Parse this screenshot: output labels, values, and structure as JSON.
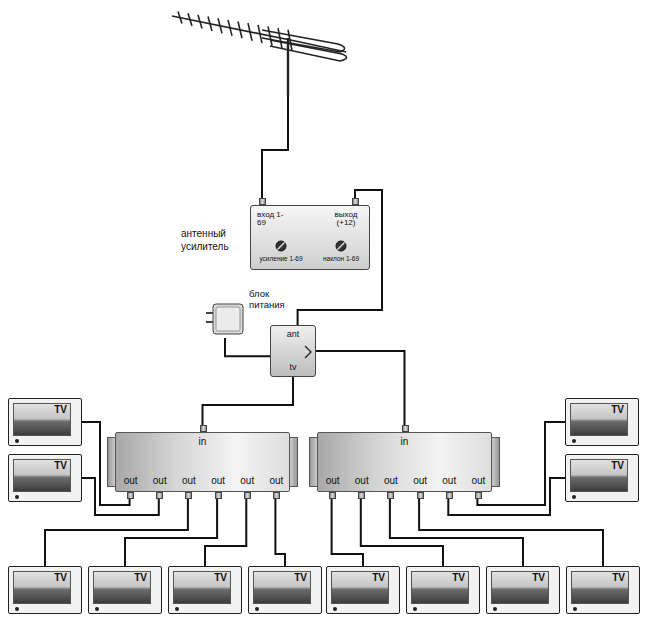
{
  "diagram": {
    "nodes": [
      {
        "text": [
          "антенный усилитель",
          "вход 1-69",
          "выход (+12)",
          "усиление 1-69",
          "наклон 1-69"
        ]
      },
      {
        "text": [
          "блок питания"
        ]
      },
      {
        "text": [
          "ant",
          "tv"
        ]
      },
      {
        "text": [
          "in",
          "out",
          "out",
          "out",
          "out",
          "out",
          "out"
        ]
      },
      {
        "text": [
          "in",
          "out",
          "out",
          "out",
          "out",
          "out",
          "out"
        ]
      },
      {
        "text": [
          "TV"
        ]
      },
      {
        "text": [
          "TV"
        ]
      },
      {
        "text": [
          "TV"
        ]
      },
      {
        "text": [
          "TV"
        ]
      },
      {
        "text": [
          "TV"
        ]
      },
      {
        "text": [
          "TV"
        ]
      },
      {
        "text": [
          "TV"
        ]
      },
      {
        "text": [
          "TV"
        ]
      },
      {
        "text": [
          "TV"
        ]
      },
      {
        "text": [
          "TV"
        ]
      },
      {
        "text": [
          "TV"
        ]
      },
      {
        "text": [
          "TV"
        ]
      }
    ],
    "edges": [
      {
        "from": 0,
        "to": 2,
        "arrow": "none"
      },
      {
        "from": 1,
        "to": 2,
        "arrow": "none"
      },
      {
        "from": 2,
        "to": 3,
        "arrow": "none"
      },
      {
        "from": 2,
        "to": 4,
        "arrow": "none"
      },
      {
        "from": 3,
        "to": 5,
        "arrow": "none"
      },
      {
        "from": 3,
        "to": 6,
        "arrow": "none"
      },
      {
        "from": 3,
        "to": 9,
        "arrow": "none"
      },
      {
        "from": 3,
        "to": 10,
        "arrow": "none"
      },
      {
        "from": 3,
        "to": 11,
        "arrow": "none"
      },
      {
        "from": 3,
        "to": 12,
        "arrow": "none"
      },
      {
        "from": 4,
        "to": 7,
        "arrow": "none"
      },
      {
        "from": 4,
        "to": 8,
        "arrow": "none"
      },
      {
        "from": 4,
        "to": 13,
        "arrow": "none"
      },
      {
        "from": 4,
        "to": 14,
        "arrow": "none"
      },
      {
        "from": 4,
        "to": 15,
        "arrow": "none"
      },
      {
        "from": 4,
        "to": 16,
        "arrow": "none"
      }
    ]
  }
}
